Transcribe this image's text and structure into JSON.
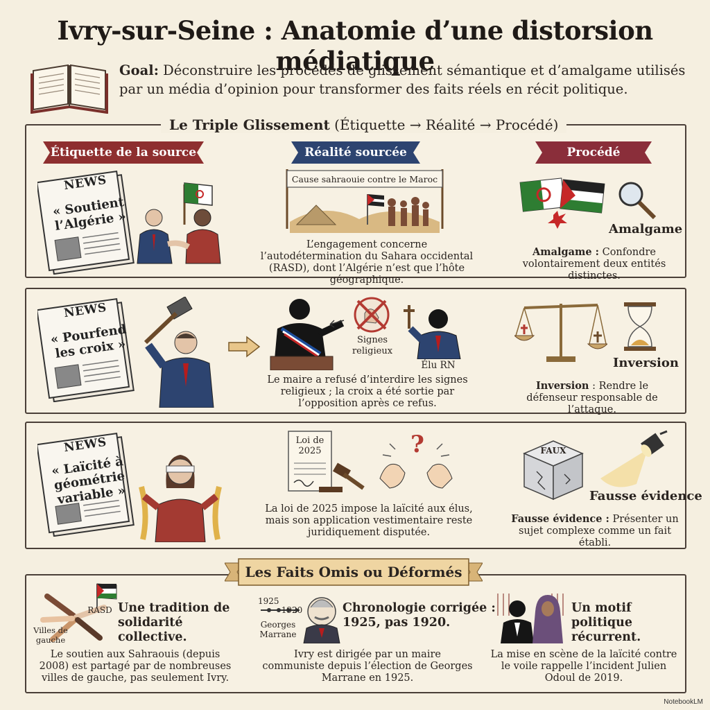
{
  "title": "Ivry-sur-Seine : Anatomie d’une distorsion médiatique",
  "goal": {
    "label": "Goal:",
    "text": " Déconstruire les procédés de glissement sémantique et d’amalgame utilisés par un média d’opinion pour transformer des faits réels en récit politique."
  },
  "triple": {
    "heading_bold": "Le Triple Glissement",
    "heading_rest": " (Étiquette → Réalité → Procédé)",
    "columns": {
      "etiquette": "Étiquette de la source",
      "realite": "Réalité sourcée",
      "procede": "Procédé"
    },
    "rows": [
      {
        "news_head": "NEWS",
        "news_quote": "« Soutient l’Algérie »",
        "banner": "Cause sahraouie contre le Maroc",
        "reality": "L’engagement concerne l’autodétermination du Sahara occidental (RASD), dont l’Algérie n’est que l’hôte géographique.",
        "term": "Amalgame",
        "def_term": "Amalgame :",
        "def_text": " Confondre volontairement deux entités distinctes."
      },
      {
        "news_head": "NEWS",
        "news_quote": "« Pourfend les croix »",
        "label_signs": "Signes religieux",
        "label_elu": "Élu RN",
        "reality": "Le maire a refusé d’interdire les signes religieux ; la croix a été sortie par l’opposition après ce refus.",
        "term": "Inversion",
        "def_term": "Inversion",
        "def_text": " : Rendre le défenseur responsable de l’attaque."
      },
      {
        "news_head": "NEWS",
        "news_quote": "« Laïcité à géométrie variable »",
        "doc_label": "Loi de 2025",
        "reality": "La loi de 2025 impose la laïcité aux élus, mais son application vestimentaire reste juridiquement disputée.",
        "box_label": "FAUX",
        "term": "Fausse évidence",
        "def_term": "Fausse évidence :",
        "def_text": " Présenter un sujet complexe comme un fait établi."
      }
    ]
  },
  "facts": {
    "heading": "Les Faits Omis ou Déformés",
    "items": [
      {
        "tag_rasd": "RASD",
        "tag_villes": "Villes de gauche",
        "title": "Une tradition de solidarité collective.",
        "text": "Le soutien aux Sahraouis (depuis 2008) est partagé par de nombreuses villes de gauche, pas seulement Ivry."
      },
      {
        "year_a": "1925",
        "year_b": "1920",
        "person": "Georges Marrane",
        "title": "Chronologie corrigée : 1925, pas 1920.",
        "text": "Ivry est dirigée par un maire communiste depuis l’élection de Georges Marrane en 1925."
      },
      {
        "title": "Un motif politique récurrent.",
        "text": "La mise en scène de la laïcité contre le voile rappelle l’incident Julien Odoul de 2019."
      }
    ]
  },
  "brand": "NotebookLM",
  "colors": {
    "red_ribbon": "#8e2f2f",
    "blue_ribbon": "#2d4470",
    "procede_ribbon": "#8a2e3a",
    "paper": "#f5efe0",
    "ink": "#2a2420"
  }
}
